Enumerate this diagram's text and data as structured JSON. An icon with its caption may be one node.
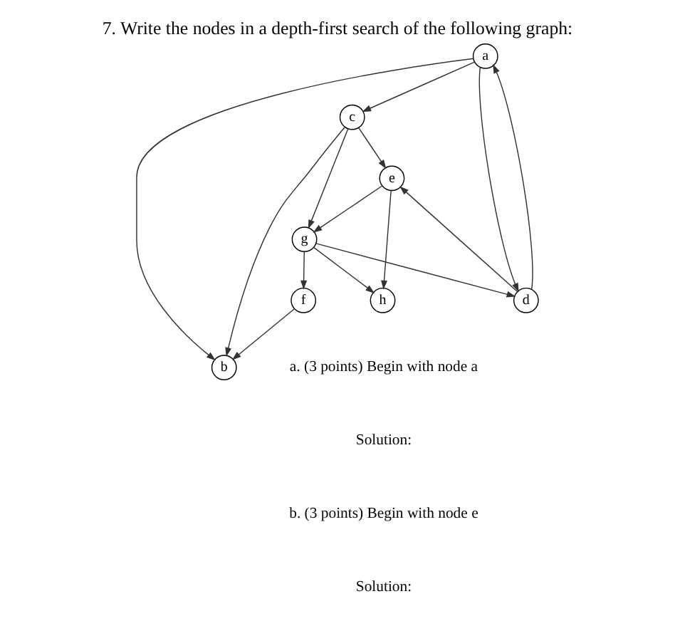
{
  "diagram": {
    "title": "7. Write the nodes in a depth-first search of the following graph:",
    "nodes": [
      {
        "text": [
          "a"
        ]
      },
      {
        "text": [
          "b"
        ]
      },
      {
        "text": [
          "c"
        ]
      },
      {
        "text": [
          "d"
        ]
      },
      {
        "text": [
          "e"
        ]
      },
      {
        "text": [
          "f"
        ]
      },
      {
        "text": [
          "g"
        ]
      },
      {
        "text": [
          "h"
        ]
      }
    ],
    "edges": [
      {
        "from": 0,
        "to": 1,
        "arrow": "to"
      },
      {
        "from": 0,
        "to": 2,
        "arrow": "to"
      },
      {
        "from": 0,
        "to": 3,
        "arrow": "to"
      },
      {
        "from": 3,
        "to": 0,
        "arrow": "to"
      },
      {
        "from": 2,
        "to": 1,
        "arrow": "to"
      },
      {
        "from": 2,
        "to": 4,
        "arrow": "to"
      },
      {
        "from": 2,
        "to": 6,
        "arrow": "to"
      },
      {
        "from": 3,
        "to": 4,
        "arrow": "to"
      },
      {
        "from": 4,
        "to": 6,
        "arrow": "to"
      },
      {
        "from": 4,
        "to": 7,
        "arrow": "to"
      },
      {
        "from": 5,
        "to": 1,
        "arrow": "to"
      },
      {
        "from": 6,
        "to": 5,
        "arrow": "to"
      },
      {
        "from": 6,
        "to": 7,
        "arrow": "to"
      },
      {
        "from": 6,
        "to": 3,
        "arrow": "to"
      }
    ],
    "labels": [
      "a. (3 points) Begin with node a",
      "Solution:",
      "b. (3 points) Begin with node e",
      "Solution:"
    ]
  }
}
